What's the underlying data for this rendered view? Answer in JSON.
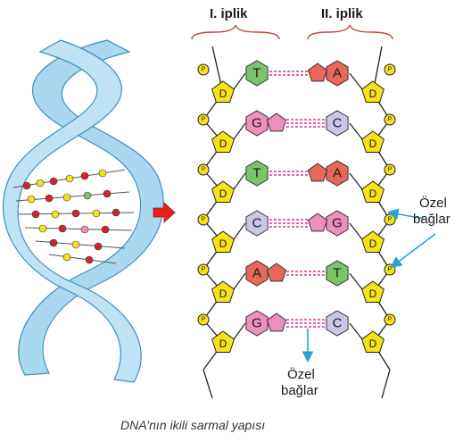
{
  "strands": {
    "left": "I. iplik",
    "right": "II. iplik"
  },
  "phosphate_label": "P",
  "sugar_label": "D",
  "pairs": [
    {
      "left": "T",
      "right": "A",
      "bonds": 2
    },
    {
      "left": "G",
      "right": "C",
      "bonds": 3
    },
    {
      "left": "T",
      "right": "A",
      "bonds": 2
    },
    {
      "left": "C",
      "right": "G",
      "bonds": 3
    },
    {
      "left": "A",
      "right": "T",
      "bonds": 2
    },
    {
      "left": "G",
      "right": "C",
      "bonds": 3
    }
  ],
  "base_colors": {
    "A": "#e8675a",
    "T": "#7cc46a",
    "G": "#ef8fbd",
    "C": "#c9c7e6"
  },
  "colors": {
    "sugar": "#f6e317",
    "phosphate": "#f6e317",
    "bond": "#e0308f",
    "helix": "#a9d8f0",
    "arrow": "#23a5d8",
    "red_arrow": "#e52218"
  },
  "annotations": {
    "bonds_right_line1": "Özel",
    "bonds_right_line2": "bağlar",
    "bonds_bottom_line1": "Özel",
    "bonds_bottom_line2": "bağlar"
  },
  "caption": "DNA’nın ikili sarmal yapısı"
}
